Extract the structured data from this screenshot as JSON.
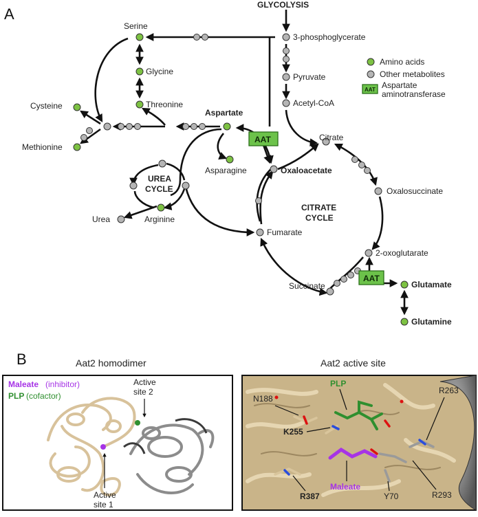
{
  "panelA": {
    "letter": "A",
    "glycolysis": "GLYCOLYSIS",
    "metabolites": {
      "serine": "Serine",
      "glycine": "Glycine",
      "threonine": "Threonine",
      "cysteine": "Cysteine",
      "methionine": "Methionine",
      "aspartate": "Aspartate",
      "asparagine": "Asparagine",
      "arginine": "Arginine",
      "urea": "Urea",
      "phosphoglycerate": "3-phosphoglycerate",
      "pyruvate": "Pyruvate",
      "acetylcoa": "Acetyl-CoA",
      "citrate": "Citrate",
      "oxaloacetate": "Oxaloacetate",
      "oxalosuccinate": "Oxalosuccinate",
      "fumarate": "Fumarate",
      "oxoglutarate": "2-oxoglutarate",
      "succinate": "Succinate",
      "glutamate": "Glutamate",
      "glutamine": "Glutamine"
    },
    "cycles": {
      "urea_line1": "UREA",
      "urea_line2": "CYCLE",
      "citrate_line1": "CITRATE",
      "citrate_line2": "CYCLE"
    },
    "enzyme": "AAT",
    "legend": {
      "amino_acids": "Amino acids",
      "other_metabolites": "Other metabolites",
      "aat_label_line1": "Aspartate",
      "aat_label_line2": "aminotransferase"
    },
    "colors": {
      "amino_acid": "#7dc243",
      "other": "#b5b5b5",
      "aat": "#6cc24a"
    }
  },
  "panelB": {
    "letter": "B",
    "left_title": "Aat2 homodimer",
    "right_title": "Aat2 active site",
    "left_legend": {
      "maleate": "Maleate",
      "maleate_role": "(inhibitor)",
      "plp": "PLP",
      "plp_role": "(cofactor)"
    },
    "left_labels": {
      "site2_line1": "Active",
      "site2_line2": "site 2",
      "site1_line1": "Active",
      "site1_line2": "site 1"
    },
    "right_labels": {
      "plp": "PLP",
      "n188": "N188",
      "k255": "K255",
      "maleate": "Maleate",
      "r387": "R387",
      "y70": "Y70",
      "r293": "R293",
      "r263": "R263"
    },
    "colors": {
      "maleate": "#a633e6",
      "plp": "#2f8f2f",
      "monomer_a": "#d8c29b",
      "monomer_b": "#8c8c8c"
    }
  }
}
